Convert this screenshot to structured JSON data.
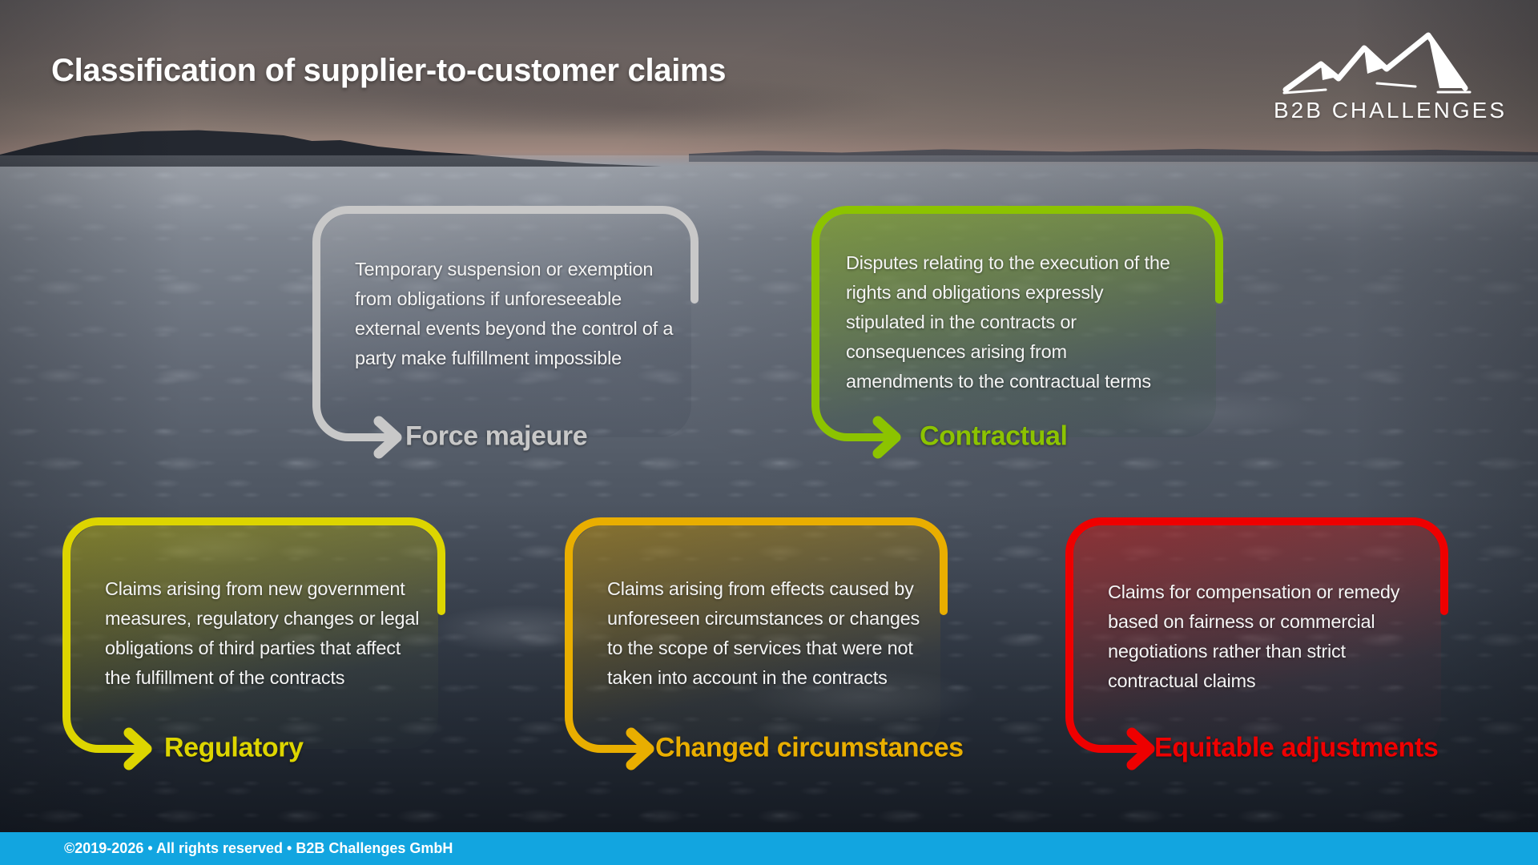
{
  "slide": {
    "title": "Classification of supplier-to-customer claims",
    "brand": {
      "name": "B2B CHALLENGES",
      "icon": "mountain-peaks-icon",
      "color": "#ffffff"
    },
    "cards": [
      {
        "id": "force-majeure",
        "label": "Force majeure",
        "description": "Temporary suspension or exemption from obligations if unforeseeable external events beyond the control of a party make fulfillment impossible",
        "color": "#C8C8C8"
      },
      {
        "id": "contractual",
        "label": "Contractual",
        "description": "Disputes relating to the execution of the rights and obligations expressly stipulated in the contracts or consequences arising from amendments to the contractual terms",
        "color": "#8CC300"
      },
      {
        "id": "regulatory",
        "label": "Regulatory",
        "description": "Claims arising from new government measures, regulatory changes or legal obligations of third parties that affect the fulfillment of the contracts",
        "color": "#DDD500"
      },
      {
        "id": "changed-circumstances",
        "label": "Changed circumstances",
        "description": "Claims arising from effects caused by unforeseen circumstances or changes to the scope of services that were not taken into account in the contracts",
        "color": "#E9AE00"
      },
      {
        "id": "equitable-adjustments",
        "label": "Equitable adjustments",
        "description": "Claims for compensation or remedy based on fairness or commercial negotiations rather than strict contractual claims",
        "color": "#EE0000"
      }
    ],
    "footer": {
      "copyright": "©2019-2026 • All rights reserved • B2B Challenges GmbH",
      "bar_color": "#12A5E0"
    }
  }
}
